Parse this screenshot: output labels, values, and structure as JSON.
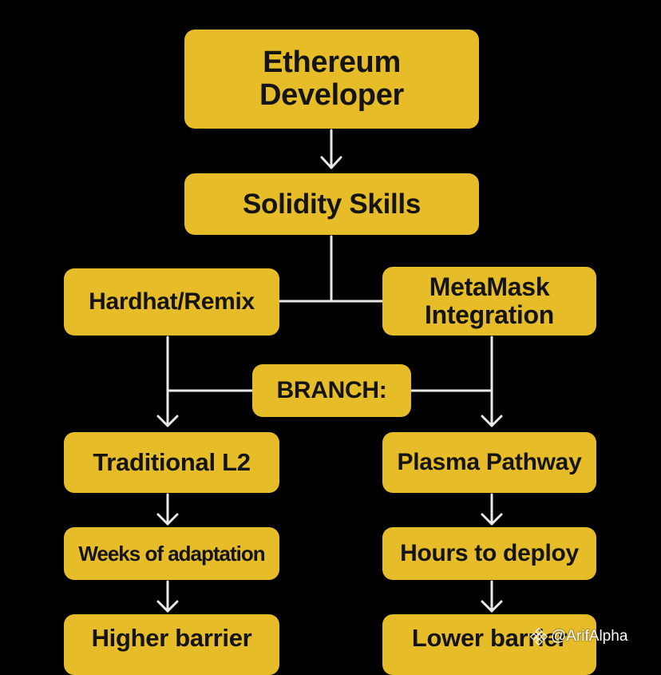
{
  "colors": {
    "background": "#000000",
    "box_fill": "#E6BC28",
    "box_text": "#141414",
    "connector": "#E8E8E8",
    "watermark": "#FFFFFF"
  },
  "nodes": {
    "top": {
      "label": "Ethereum\nDeveloper"
    },
    "solidity": {
      "label": "Solidity Skills"
    },
    "hardhat": {
      "label": "Hardhat/Remix"
    },
    "metamask": {
      "label": "MetaMask\nIntegration"
    },
    "branch": {
      "label": "BRANCH:"
    },
    "traditional": {
      "label": "Traditional L2"
    },
    "plasma": {
      "label": "Plasma Pathway"
    },
    "weeks": {
      "label": "Weeks of adaptation"
    },
    "hours": {
      "label": "Hours to deploy"
    },
    "higher": {
      "label": "Higher barrier"
    },
    "lower": {
      "label": "Lower barrier"
    }
  },
  "watermark": {
    "icon": "binance-logo-icon",
    "text": "@ArifAlpha"
  }
}
